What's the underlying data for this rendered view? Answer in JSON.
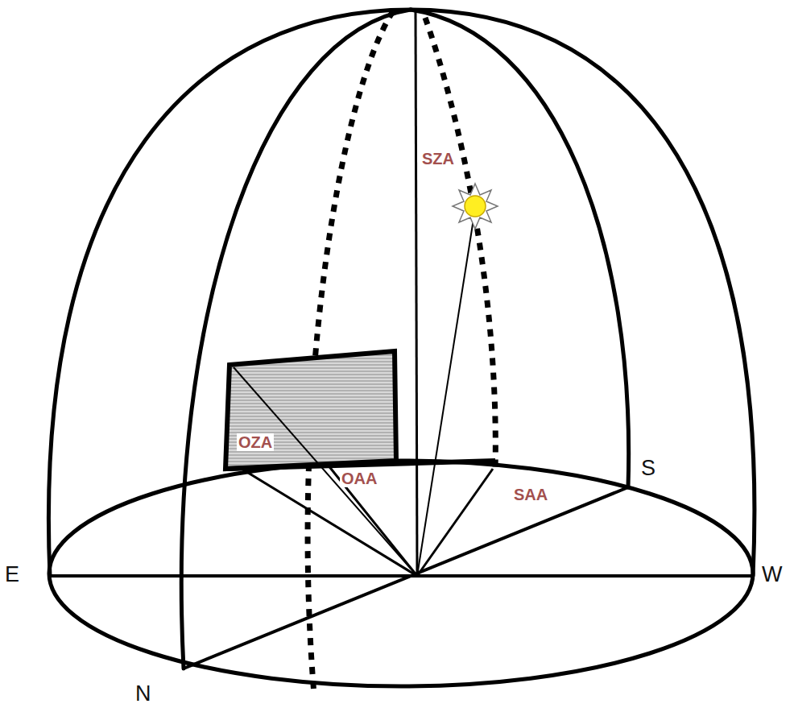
{
  "diagram": {
    "labels": [
      "SZA",
      "OZA",
      "OAA",
      "SAA",
      "E",
      "W",
      "N",
      "S"
    ]
  }
}
